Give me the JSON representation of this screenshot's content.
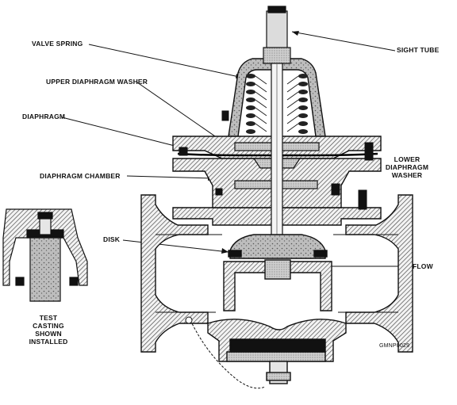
{
  "labels": {
    "valve_spring": "VALVE SPRING",
    "upper_diaphragm_washer": "UPPER DIAPHRAGM WASHER",
    "diaphragm": "DIAPHRAGM",
    "diaphragm_chamber": "DIAPHRAGM CHAMBER",
    "disk": "DISK",
    "sight_tube": "SIGHT TUBE",
    "lower_diaphragm_washer": [
      "LOWER",
      "DIAPHRAGM",
      "WASHER"
    ],
    "flow": "FLOW",
    "test_casting": [
      "TEST",
      "CASTING",
      "SHOWN",
      "INSTALLED"
    ],
    "figure_code": "GMNP0029"
  }
}
